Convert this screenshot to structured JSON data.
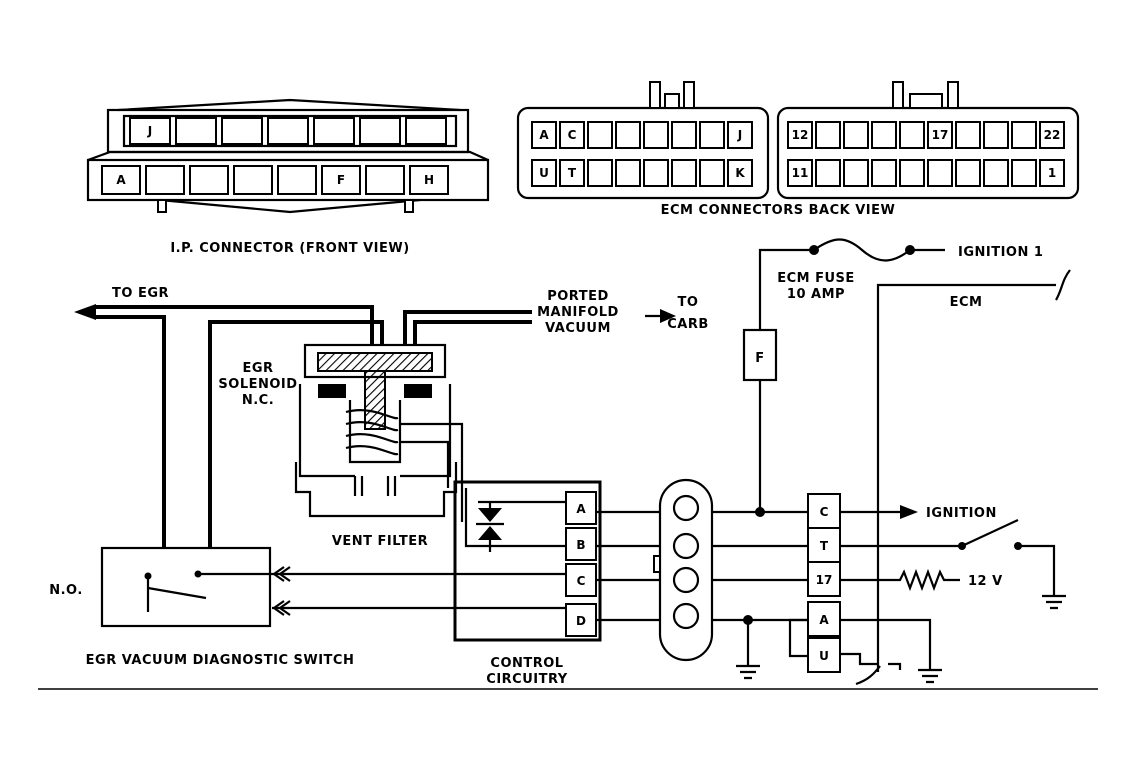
{
  "ip_connector": {
    "caption": "I.P. CONNECTOR (FRONT VIEW)",
    "top_row": [
      "J",
      "",
      "",
      "",
      "",
      "",
      ""
    ],
    "bottom_row": [
      "A",
      "",
      "",
      "",
      "",
      "F",
      "",
      "H"
    ]
  },
  "ecm_connectors": {
    "caption": "ECM CONNECTORS BACK VIEW",
    "left": {
      "top_row": [
        "A",
        "C",
        "",
        "",
        "",
        "",
        "",
        "J"
      ],
      "bottom_row": [
        "U",
        "T",
        "",
        "",
        "",
        "",
        "",
        "K"
      ]
    },
    "right": {
      "top_row": [
        "12",
        "",
        "",
        "",
        "",
        "17",
        "",
        "",
        "",
        "22"
      ],
      "bottom_row": [
        "11",
        "",
        "",
        "",
        "",
        "",
        "",
        "",
        "",
        "1"
      ]
    }
  },
  "labels": {
    "to_egr": "TO EGR",
    "ported_1": "PORTED",
    "ported_2": "MANIFOLD",
    "ported_3": "VACUUM",
    "to_carb_1": "TO",
    "to_carb_2": "CARB",
    "solenoid_1": "EGR",
    "solenoid_2": "SOLENOID",
    "solenoid_3": "N.C.",
    "vent_filter": "VENT FILTER",
    "no": "N.O.",
    "switch": "EGR VACUUM DIAGNOSTIC SWITCH",
    "control_1": "CONTROL",
    "control_2": "CIRCUITRY",
    "ecm_fuse_1": "ECM FUSE",
    "ecm_fuse_2": "10 AMP",
    "ignition_1": "IGNITION 1",
    "ecm": "ECM",
    "fuse_letter": "F",
    "ignition": "IGNITION",
    "twelve_v": "12 V"
  },
  "control_pins": [
    "A",
    "B",
    "C",
    "D"
  ],
  "ecm_pins": [
    "C",
    "T",
    "17",
    "A",
    "U"
  ]
}
